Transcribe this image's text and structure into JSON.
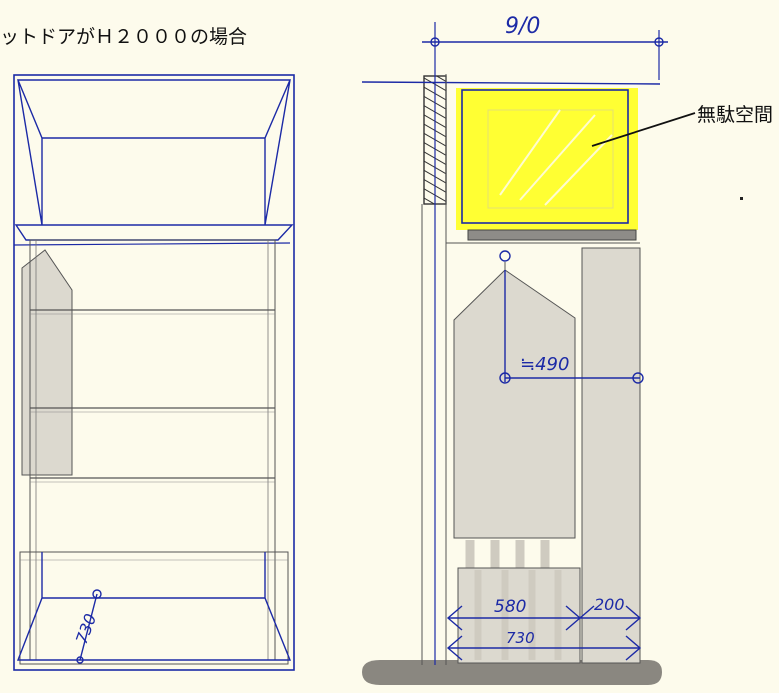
{
  "caption": "ットドアがＨ２０００の場合",
  "callout": "無駄空間",
  "dimensions": {
    "top_width": "9/0",
    "hanger_drop": "≒490",
    "left_floor": "730",
    "bottom_left": "580",
    "bottom_right": "200",
    "bottom_total": "730"
  },
  "colors": {
    "ink": "#1c2aa6",
    "pencil": "#555555",
    "garment": "#dcd9cf",
    "highlight": "#ffff33",
    "floor": "#8a8780",
    "background": "#fdfbec"
  }
}
